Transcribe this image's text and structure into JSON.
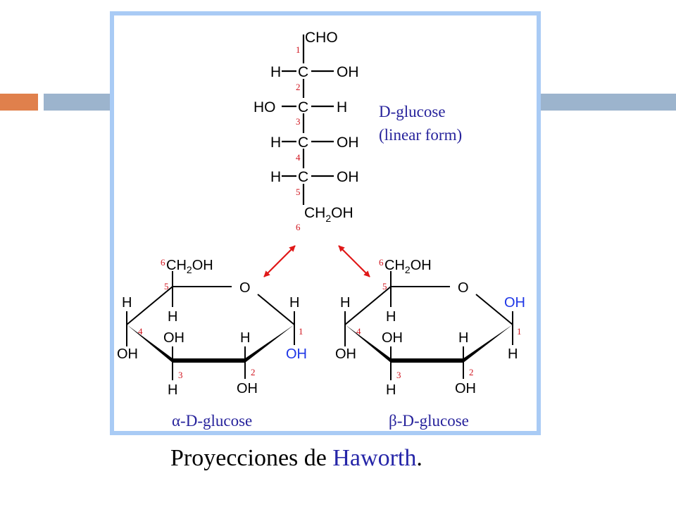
{
  "slide": {
    "caption_prefix": "Proyecciones de ",
    "caption_highlight": "Haworth",
    "caption_suffix": "."
  },
  "linear": {
    "top_group": "CHO",
    "rows": [
      {
        "left": "H",
        "center": "C",
        "right": "OH"
      },
      {
        "left": "HO",
        "center": "C",
        "right": "H"
      },
      {
        "left": "H",
        "center": "C",
        "right": "OH"
      },
      {
        "left": "H",
        "center": "C",
        "right": "OH"
      }
    ],
    "bottom_group": {
      "text": "CH",
      "sub": "2",
      "tail": "OH"
    },
    "numbers": [
      "1",
      "2",
      "3",
      "4",
      "5",
      "6"
    ],
    "name_line1": "D-glucose",
    "name_line2": "(linear form)"
  },
  "alpha": {
    "ch2oh": {
      "text": "CH",
      "sub": "2",
      "tail": "OH"
    },
    "o": "O",
    "c5_h": "H",
    "c4_h": "H",
    "c4_oh": "OH",
    "c3_oh": "OH",
    "c3_h": "H",
    "c2_h": "H",
    "c2_oh": "OH",
    "c1_h": "H",
    "c1_oh": "OH",
    "numbers": [
      "6",
      "5",
      "4",
      "3",
      "2",
      "1"
    ],
    "label": "α-D-glucose"
  },
  "beta": {
    "ch2oh": {
      "text": "CH",
      "sub": "2",
      "tail": "OH"
    },
    "o": "O",
    "c5_h": "H",
    "c4_h": "H",
    "c4_oh": "OH",
    "c3_oh": "OH",
    "c3_h": "H",
    "c2_h": "H",
    "c2_oh": "OH",
    "c1_oh": "OH",
    "c1_h": "H",
    "numbers": [
      "6",
      "5",
      "4",
      "3",
      "2",
      "1"
    ],
    "label": "β-D-glucose"
  },
  "colors": {
    "panel_border": "#A9CBF5",
    "band_orange": "#E0804C",
    "band_blue": "#9CB4CD",
    "carbon_number": "#D0141E",
    "highlight_oh": "#1E36E6",
    "label_blue": "#27239C",
    "arrow": "#E01818"
  }
}
